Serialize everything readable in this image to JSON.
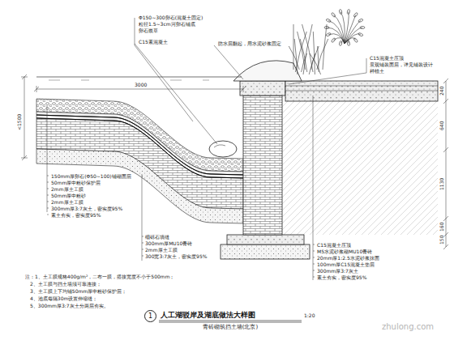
{
  "diagram": {
    "title": "人工湖驳岸及湖底做法大样图",
    "caption": "青砖砌筑挡土墙(北京)",
    "nodes": [
      {
        "text": [
          "1"
        ]
      }
    ],
    "labels": [
      "3000",
      "<1500",
      "Φ150~300卵石(混凝土固定)",
      "粒径1.5~3cm河卵石铺底",
      "卵石嵌草",
      "C15素混凝土",
      "防水层翻起，用水泥砂浆固定",
      "C15混凝土压顶",
      "景观铺装面层，详见铺装设计",
      "种植土",
      "150mm厚卵石(Φ50~100)铺砌面层",
      "50mm厚中粗砂保护层",
      "2mm厚土工膜",
      "50mm厚中粗砂",
      "2mm厚土工膜",
      "300mm厚3:7灰土，密实度95%",
      "素土夯实，密实度95%",
      "细砾石填缝",
      "300mm厚MU10青砖",
      "2mm厚土工膜",
      "300宽3:7灰土，密实度95%",
      "C15混凝土压顶",
      "M5水泥砂浆砌MU10青砖",
      "20mm厚1:2.5水泥砂浆抹面",
      "100mm厚C15混凝土垫层",
      "300mm厚3:7灰土",
      "素土夯实，密实度95%",
      "240",
      "640",
      "1130",
      "160",
      "150",
      "注：1、土工膜规格400g/m²，二布一膜，搭接宽度不小于500mm；",
      "2、土工膜与挡土墙须可靠连接；",
      "3、土工膜上下均铺50mm厚中粗砂保护层；",
      "4、池底每隔30m设置伸缩缝；",
      "5、300mm厚3:7灰土分两层夯实。",
      "1:20",
      "zhulong.com"
    ]
  }
}
